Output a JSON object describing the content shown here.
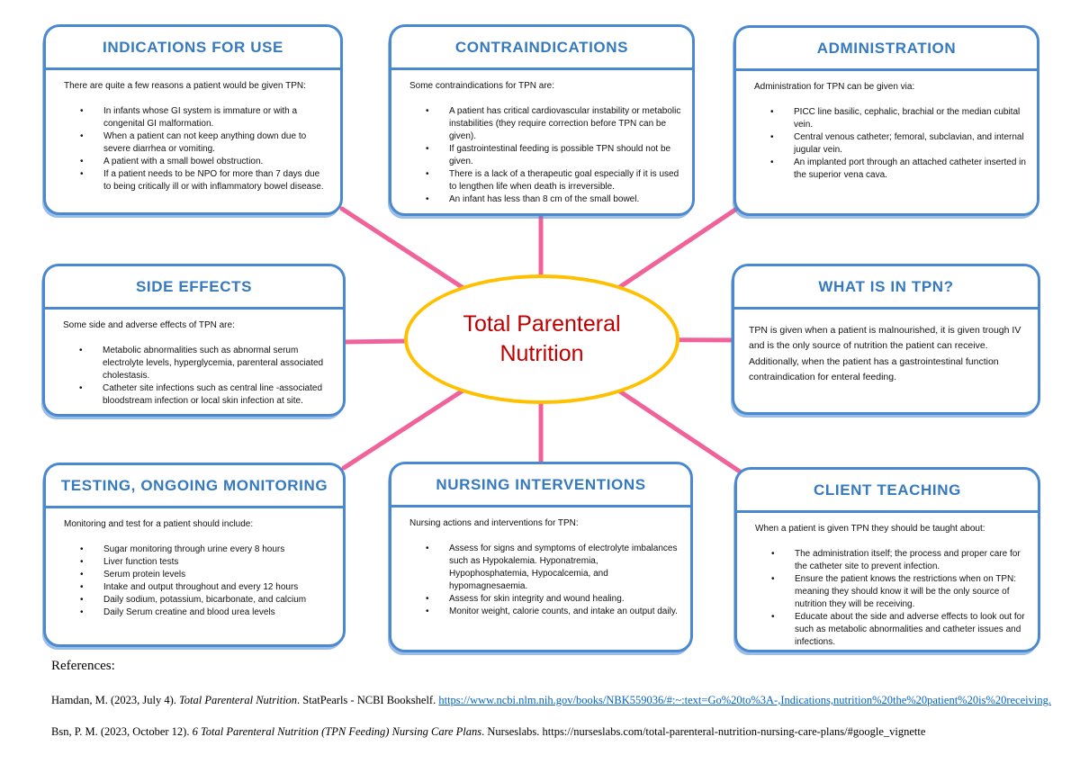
{
  "colors": {
    "box_border_blue": "#4a89d0",
    "title_blue": "#3579be",
    "connector_pink": "#f0629a",
    "ellipse_yellow": "#ffc000",
    "center_text_red": "#c00000",
    "link_blue": "#0563c1"
  },
  "center": {
    "label": "Total Parenteral Nutrition"
  },
  "boxes": [
    {
      "title": "INDICATIONS FOR USE",
      "intro": "There are quite a few reasons a patient would be given TPN:",
      "bullets": [
        "In infants whose GI system is immature or with a congenital GI malformation.",
        "When a patient can not keep anything down due to severe diarrhea or vomiting.",
        "A patient with a small bowel obstruction.",
        "If a patient needs to be NPO for more than 7 days due to being critically ill or with inflammatory bowel disease."
      ]
    },
    {
      "title": "CONTRAINDICATIONS",
      "intro": "Some contraindications for TPN are:",
      "bullets": [
        "A patient has critical cardiovascular instability or metabolic instabilities (they require correction before TPN can be given).",
        "If gastrointestinal feeding is possible TPN should not be given.",
        "There is a lack of a therapeutic goal especially if it is used to lengthen life when death is irreversible.",
        "An infant has less than 8 cm of the small bowel."
      ]
    },
    {
      "title": "ADMINISTRATION",
      "intro": "Administration for TPN can be given via:",
      "bullets": [
        "PICC line basilic, cephalic, brachial or the median cubital vein.",
        "Central venous catheter; femoral, subclavian, and internal jugular vein.",
        "An implanted port through an attached catheter inserted in the superior vena cava."
      ]
    },
    {
      "title": "SIDE EFFECTS",
      "intro": "Some side and adverse effects of TPN are:",
      "bullets": [
        "Metabolic abnormalities such as abnormal serum electrolyte levels, hyperglycemia, parenteral associated cholestasis.",
        "Catheter site infections such as central line -associated bloodstream infection or local skin infection at site."
      ]
    },
    {
      "title": "WHAT IS IN TPN?",
      "paragraph": "TPN is given when a patient is malnourished, it is given trough IV and is the only source of nutrition the patient can receive. Additionally, when the patient has a gastrointestinal function contraindication for enteral feeding."
    },
    {
      "title": "TESTING, ONGOING MONITORING",
      "intro": "Monitoring and test for a patient should include:",
      "bullets": [
        "Sugar monitoring through urine every 8 hours",
        "Liver function tests",
        "Serum protein levels",
        "Intake and output throughout and every 12 hours",
        "Daily sodium, potassium, bicarbonate, and calcium",
        "Daily Serum creatine and blood urea levels"
      ]
    },
    {
      "title": "NURSING INTERVENTIONS",
      "intro": "Nursing actions and interventions for TPN:",
      "bullets": [
        "Assess for signs and symptoms of electrolyte imbalances such as Hypokalemia. Hyponatremia, Hypophosphatemia, Hypocalcemia, and hypomagnesaemia.",
        "Assess for skin integrity and wound healing.",
        "Monitor weight, calorie counts, and intake an output daily."
      ]
    },
    {
      "title": "CLIENT TEACHING",
      "intro": "When a patient is given TPN they should be taught about:",
      "bullets": [
        "The administration itself; the process and proper care for the catheter site to prevent infection.",
        "Ensure the patient knows the restrictions when on TPN: meaning they should know it will be the only source of nutrition they will be receiving.",
        "Educate about the side and adverse effects to look out for such as metabolic abnormalities and catheter issues and infections."
      ]
    }
  ],
  "references": {
    "heading": "References:",
    "ref1": {
      "prefix": "Hamdan, M. (2023, July 4). ",
      "title_italic": "Total Parenteral Nutrition",
      "middle": ". StatPearls - NCBI Bookshelf. ",
      "link": "https://www.ncbi.nlm.nih.gov/books/NBK559036/#:~:text=Go%20to%3A-,Indications,nutrition%20the%20patient%20is%20receiving."
    },
    "ref2": {
      "prefix": "Bsn, P. M. (2023, October 12). ",
      "title_italic": "6 Total Parenteral Nutrition (TPN Feeding) Nursing Care Plans",
      "middle": ". Nurseslabs. ",
      "url": "https://nurseslabs.com/total-parenteral-nutrition-nursing-care-plans/#google_vignette"
    }
  }
}
